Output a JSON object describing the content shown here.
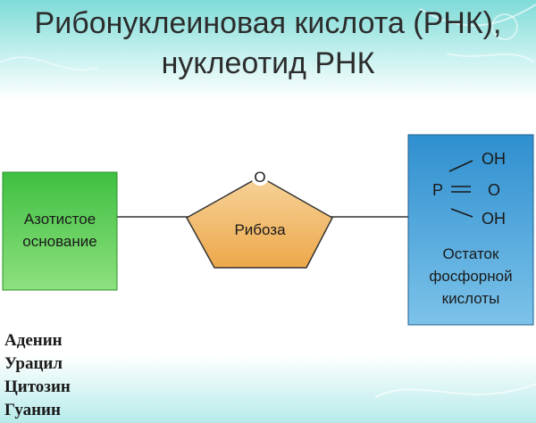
{
  "title": {
    "line1": "Рибонуклеиновая кислота (РНК),",
    "line2": "нуклеотид РНК"
  },
  "diagram": {
    "base_box": {
      "line1": "Азотистое",
      "line2": "основание",
      "color": "#4cc94a"
    },
    "ribose": {
      "label": "Рибоза",
      "ring_oxygen": "O",
      "color": "#f1b45c"
    },
    "phosphate_box": {
      "line1": "Остаток",
      "line2": "фосфорной",
      "line3": "кислоты",
      "color": "#3f9bd3",
      "formula": {
        "p": "P",
        "eq": "=",
        "o": "O",
        "oh_top": "OH",
        "oh_bottom": "OH"
      }
    }
  },
  "bases": [
    "Аденин",
    "Урацил",
    "Цитозин",
    "Гуанин"
  ],
  "colors": {
    "header_teal": "#8fe0dd",
    "footer_teal": "#bfeeed"
  }
}
